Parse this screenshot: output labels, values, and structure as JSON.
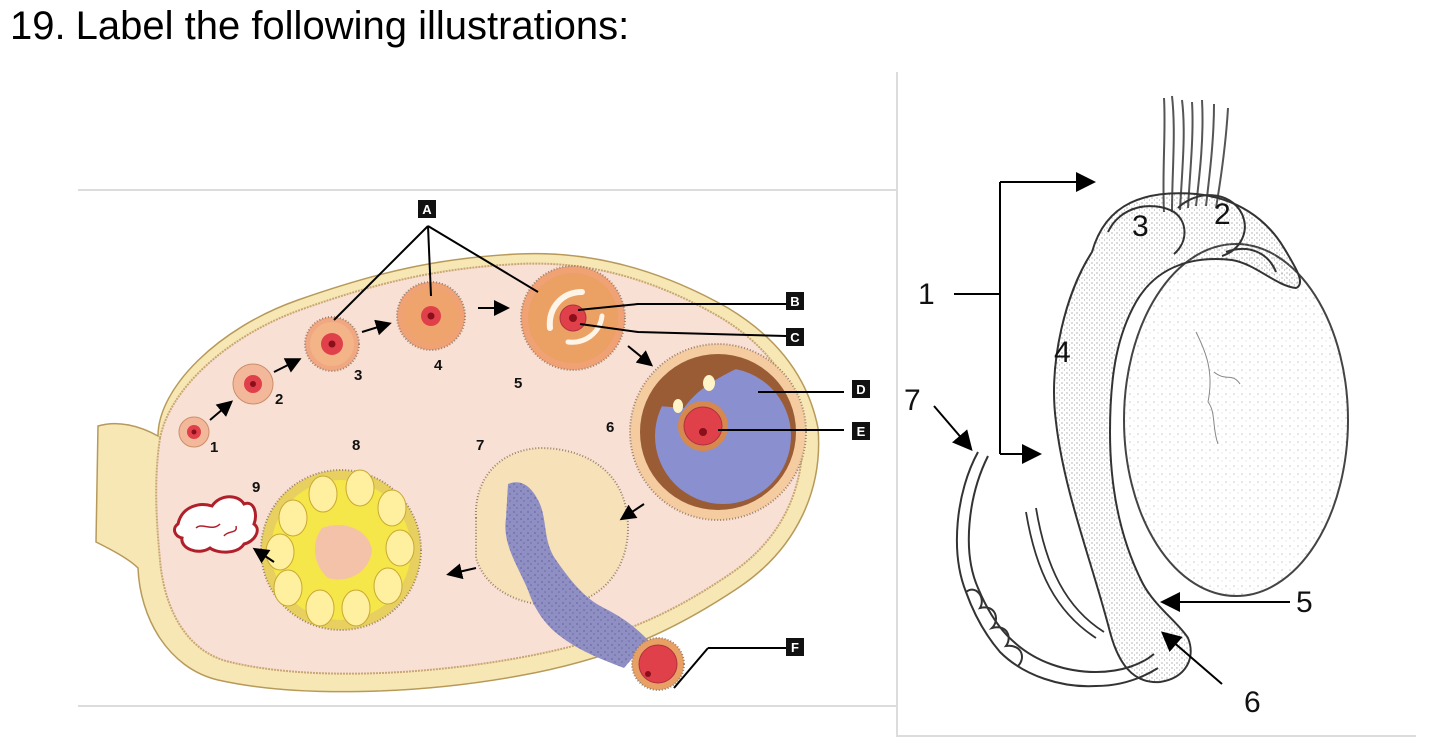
{
  "question": {
    "number": "19.",
    "text": "Label the following illustrations:"
  },
  "ovary": {
    "stage_labels": [
      "1",
      "2",
      "3",
      "4",
      "5",
      "6",
      "7",
      "8",
      "9"
    ],
    "letter_labels": [
      "A",
      "B",
      "C",
      "D",
      "E",
      "F"
    ]
  },
  "testis": {
    "labels": [
      "1",
      "2",
      "3",
      "4",
      "5",
      "6",
      "7"
    ]
  }
}
